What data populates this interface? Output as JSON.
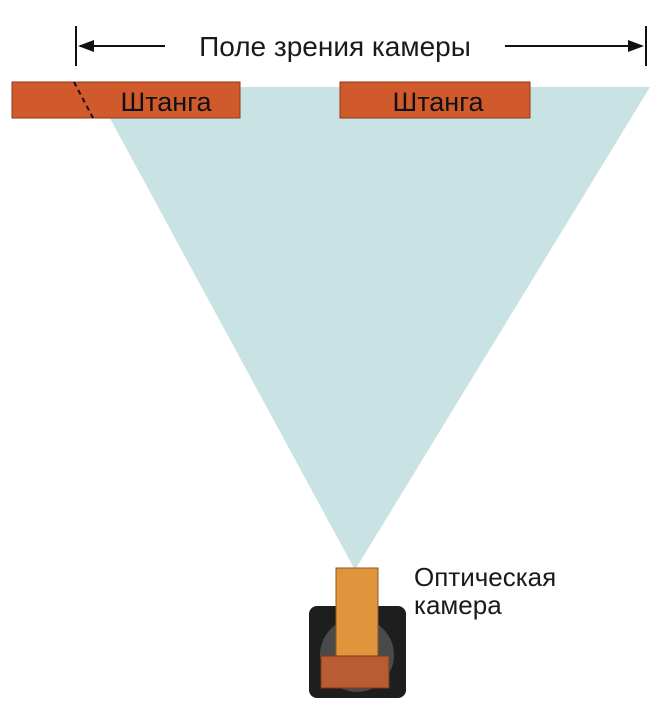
{
  "diagram": {
    "fov_label": "Поле зрения камеры",
    "bars": [
      {
        "label": "Штанга"
      },
      {
        "label": "Штанга"
      }
    ],
    "camera_label_line1": "Оптическая",
    "camera_label_line2": "камера"
  },
  "colors": {
    "field_of_view": "#c9e2e3",
    "bar": "#d05a2c",
    "camera_body": "#e0943c",
    "camera_base": "#b85c34",
    "camera_housing": "#1e1e1e",
    "camera_lens": "#4a4a4a",
    "line": "#111111"
  }
}
